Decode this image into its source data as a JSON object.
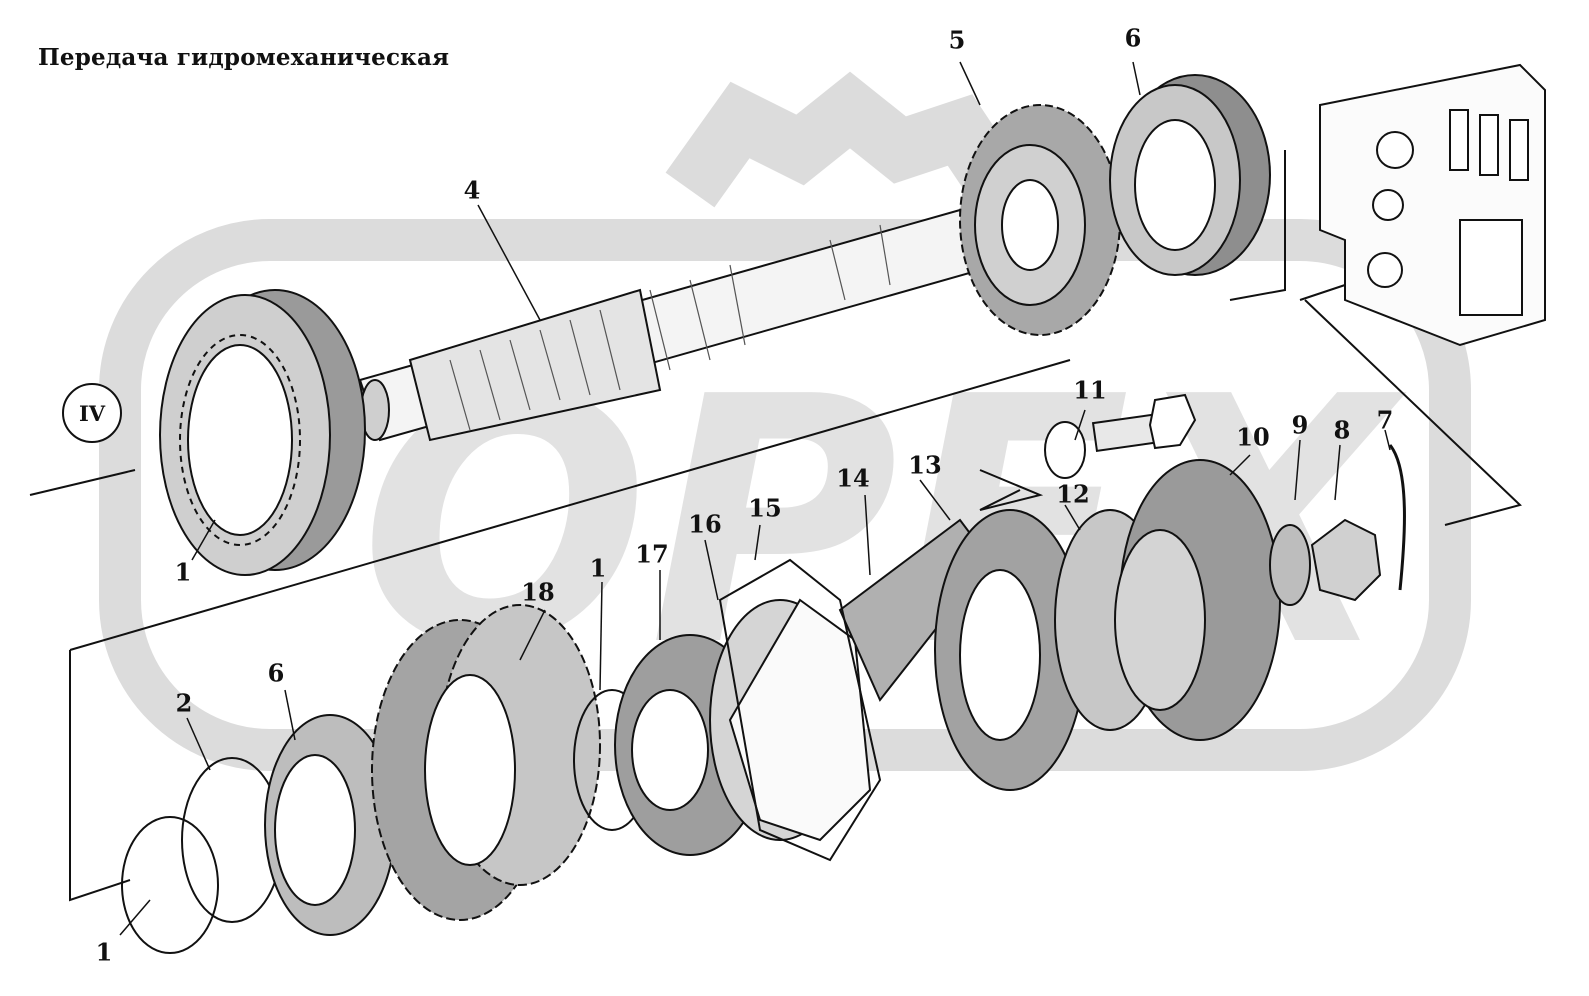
{
  "title": "Передача гидромеханическая",
  "view_marker": "IV",
  "watermark_text": "OPEX",
  "callouts": {
    "c1_top": "1",
    "c1_mid": "1",
    "c1_bottom": "1",
    "c2": "2",
    "c4": "4",
    "c5": "5",
    "c6_top": "6",
    "c6_bottom": "6",
    "c7": "7",
    "c8": "8",
    "c9": "9",
    "c10": "10",
    "c11": "11",
    "c12": "12",
    "c13": "13",
    "c14": "14",
    "c15": "15",
    "c16": "16",
    "c17": "17",
    "c18": "18"
  },
  "colors": {
    "ink": "#111111",
    "watermark": "#d9d9d9",
    "shade": "#8a8a8a"
  }
}
